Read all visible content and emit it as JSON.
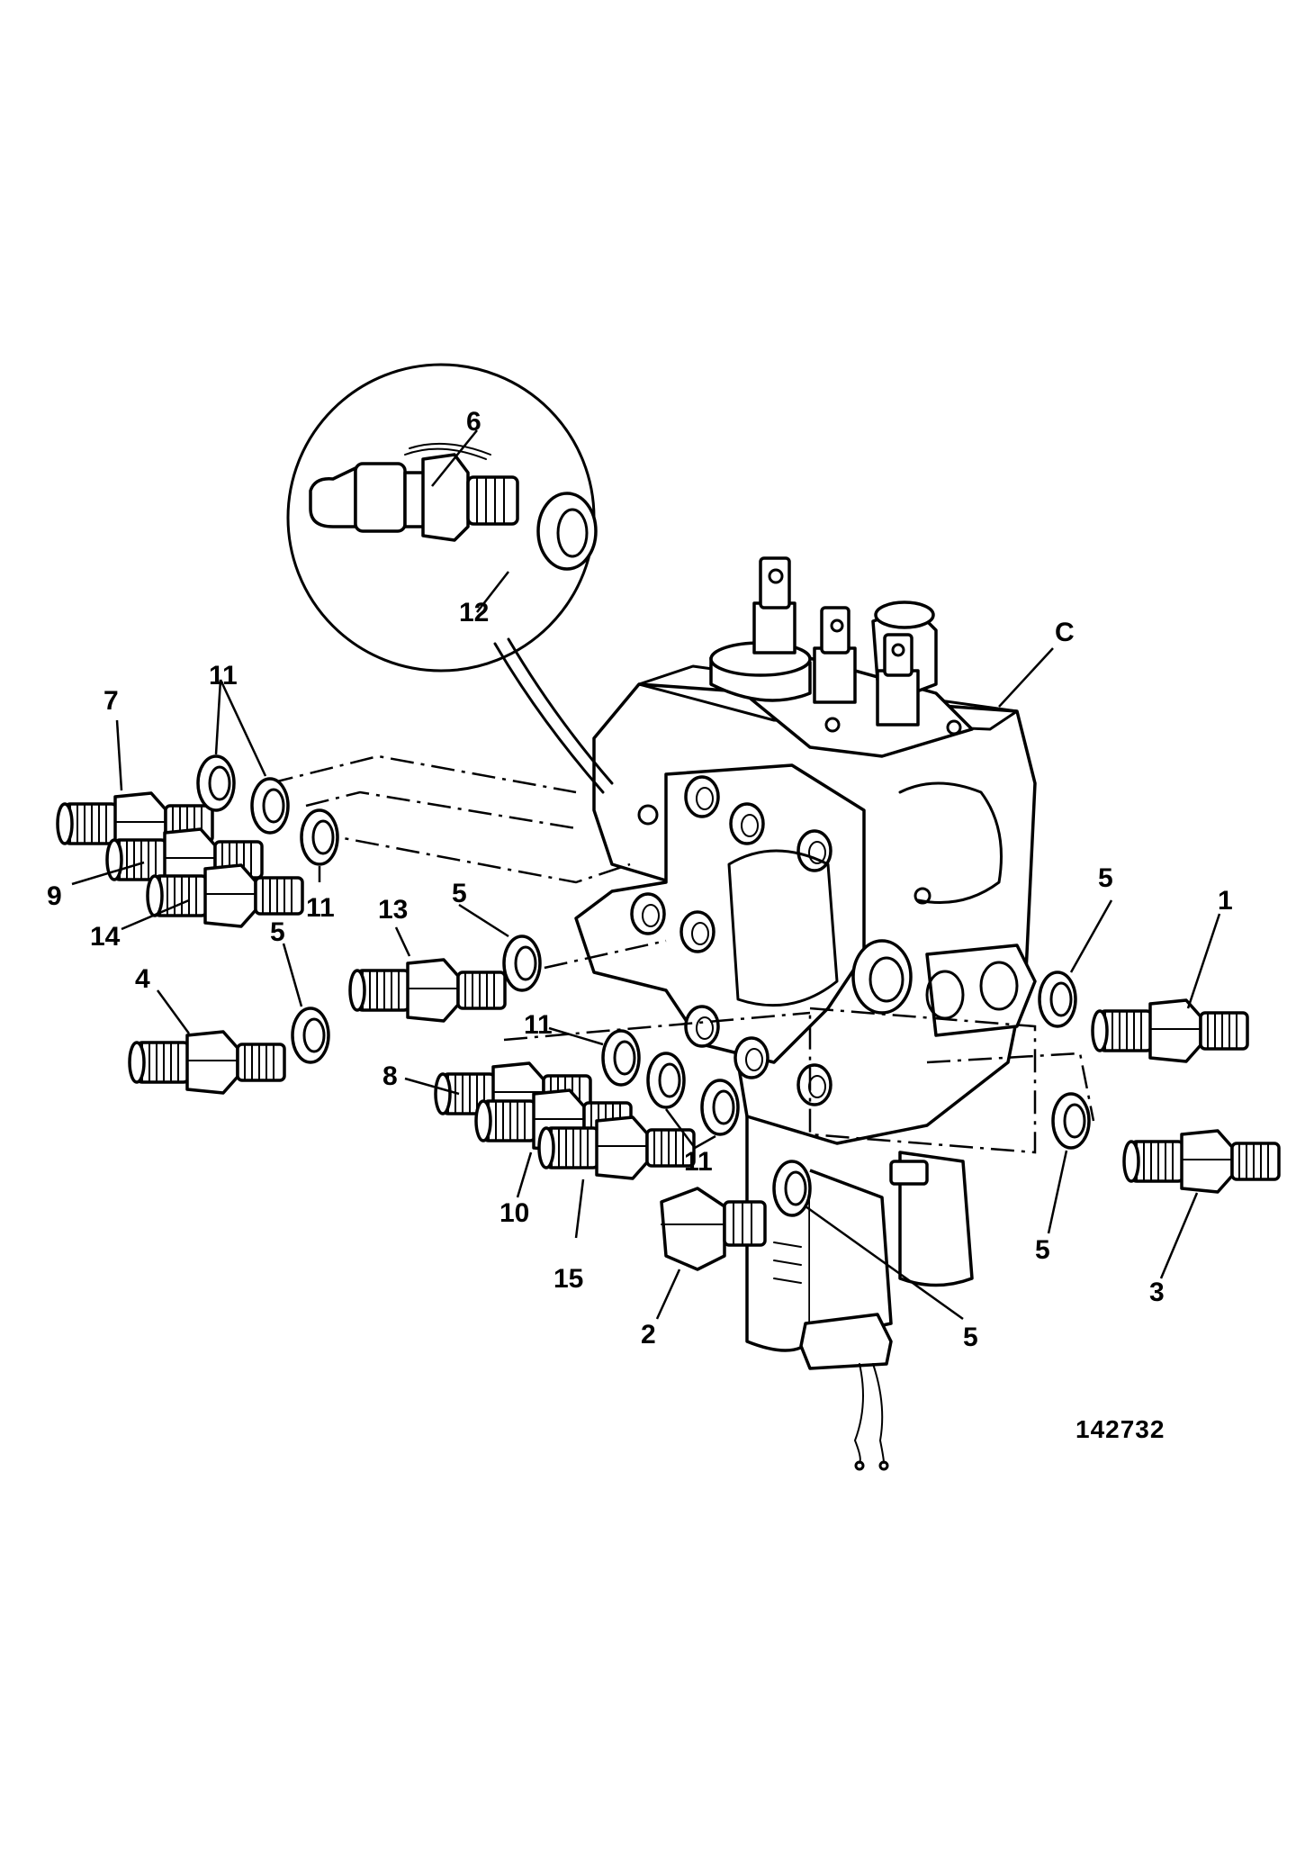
{
  "figure_number": "142732",
  "labels": {
    "l1": "1",
    "l2": "2",
    "l3": "3",
    "l4": "4",
    "l5a": "5",
    "l5b": "5",
    "l5c": "5",
    "l5d": "5",
    "l5e": "5",
    "l6": "6",
    "l7": "7",
    "l8": "8",
    "l9": "9",
    "l10": "10",
    "l11a": "11",
    "l11b": "11",
    "l11c": "11",
    "l11d": "11",
    "l12": "12",
    "l13": "13",
    "l14": "14",
    "l15": "15",
    "lC": "C"
  }
}
